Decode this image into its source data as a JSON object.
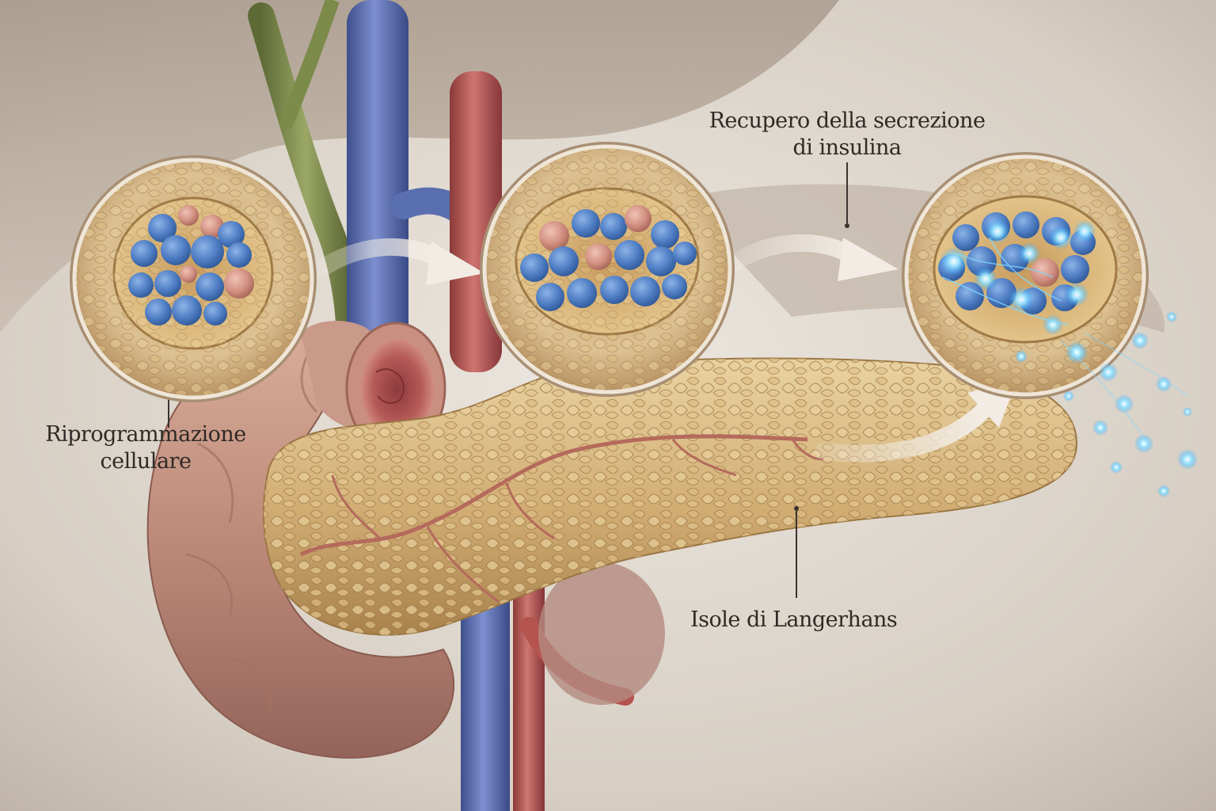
{
  "labels": {
    "reprogramming_line1": "Riprogrammazione",
    "reprogramming_line2": "cellulare",
    "insulin_line1": "Recupero della secrezione",
    "insulin_line2": "di insulina",
    "islets": "Isole di Langerhans"
  },
  "colors": {
    "background": "#d9d2c8",
    "pancreas": "#d8b77f",
    "duodenum": "#c99a88",
    "vein": "#5a6fb0",
    "artery": "#b5544f",
    "bile_duct": "#7c8a4a",
    "beta_cell": "#4f7fc4",
    "alpha_cell": "#d69a8c",
    "glow": "#6fd3ff"
  }
}
